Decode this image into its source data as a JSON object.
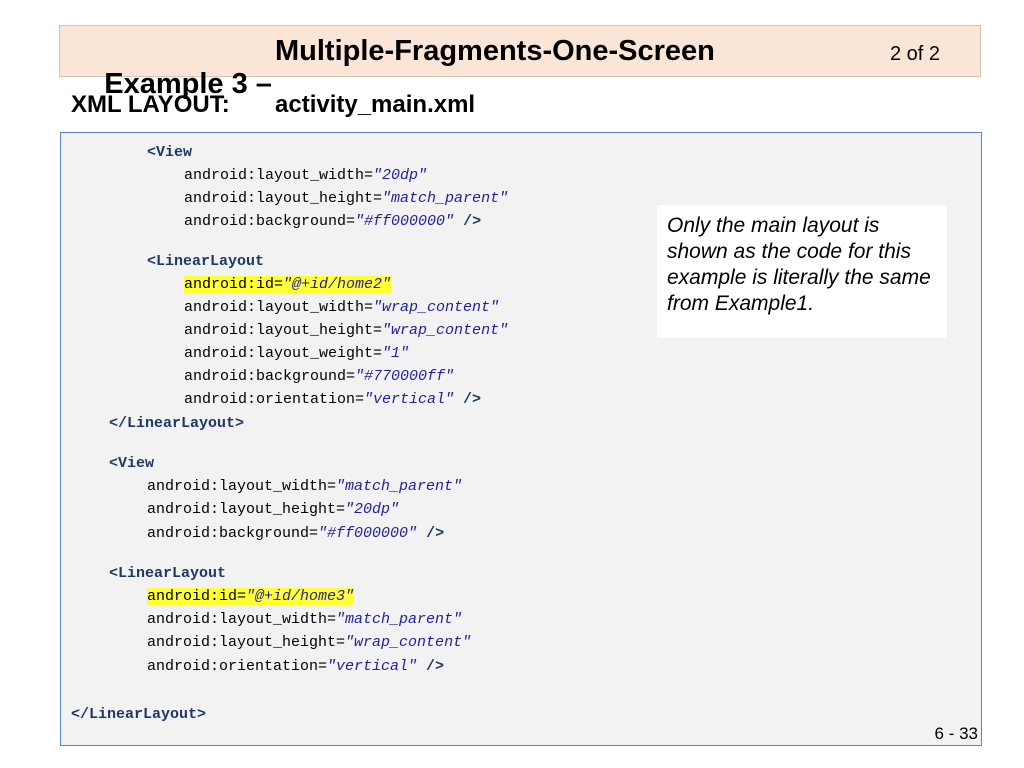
{
  "title": {
    "prefix": "Example 3 –",
    "name": "Multiple-Fragments-One-Screen",
    "page": "2 of 2"
  },
  "subtitle": {
    "label": "XML LAYOUT:",
    "file": "activity_main.xml"
  },
  "code": {
    "l1": "<View",
    "l2a": "android:layout_width=",
    "l2b": "\"20dp\"",
    "l3a": "android:layout_height=",
    "l3b": "\"match_parent\"",
    "l4a": "android:background=",
    "l4b": "\"#ff000000\"",
    "l4c": " />",
    "l5": "<LinearLayout",
    "l6a": "android:id=",
    "l6b": "\"@+id/home2\"",
    "l7a": "android:layout_width=",
    "l7b": "\"wrap_content\"",
    "l8a": "android:layout_height=",
    "l8b": "\"wrap_content\"",
    "l9a": "android:layout_weight=",
    "l9b": "\"1\"",
    "l10a": "android:background=",
    "l10b": "\"#770000ff\"",
    "l11a": "android:orientation=",
    "l11b": "\"vertical\"",
    "l11c": " />",
    "l12": "</LinearLayout>",
    "l13": "<View",
    "l14a": "android:layout_width=",
    "l14b": "\"match_parent\"",
    "l15a": "android:layout_height=",
    "l15b": "\"20dp\"",
    "l16a": "android:background=",
    "l16b": "\"#ff000000\"",
    "l16c": " />",
    "l17": "<LinearLayout",
    "l18a": "android:id=",
    "l18b": "\"@+id/home3\"",
    "l19a": "android:layout_width=",
    "l19b": "\"match_parent\"",
    "l20a": "android:layout_height=",
    "l20b": "\"wrap_content\"",
    "l21a": "android:orientation=",
    "l21b": "\"vertical\"",
    "l21c": " />",
    "l22": "</LinearLayout>"
  },
  "note": "Only the main layout is shown as the code for this example is literally the same from Example1.",
  "page_number": "6 - 33"
}
